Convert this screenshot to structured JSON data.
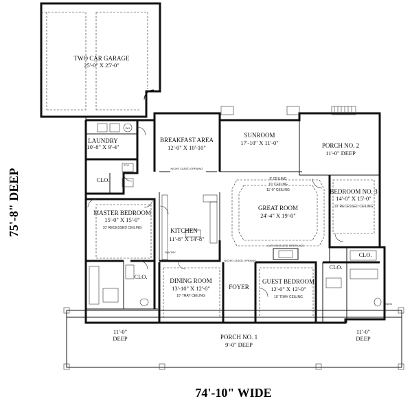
{
  "dimensions": {
    "depth": "75'-8\" DEEP",
    "width": "74'-10\" WIDE"
  },
  "rooms": {
    "garage": {
      "name": "TWO CAR GARAGE",
      "size": "25'-0\" X 25'-0\""
    },
    "laundry": {
      "name": "LAUNDRY",
      "size": "10'-8\" X 9'-4\""
    },
    "breakfast": {
      "name": "BREAKFAST AREA",
      "size": "12'-0\" X 10'-10\""
    },
    "sunroom": {
      "name": "SUNROOM",
      "size": "17'-10\" X 11'-0\""
    },
    "porch2": {
      "name": "PORCH NO. 2",
      "size": "11'-0\" DEEP"
    },
    "bedroom3": {
      "name": "BEDROOM NO. 3",
      "size": "14'-0\" X 15'-0\"",
      "ceiling": "10' RECESSED CEILING"
    },
    "great_room": {
      "name": "GREAT ROOM",
      "size": "24'-4\" X 19'-0\"",
      "ceiling1": "9' CEILING",
      "ceiling2": "10' CEILING",
      "ceiling3": "11'-0\" CEILING"
    },
    "master": {
      "name": "MASTER BEDROOM",
      "size": "15'-0\" X 15'-0\"",
      "ceiling": "10' RECESSED CEILING"
    },
    "kitchen": {
      "name": "KITCHEN",
      "size": "11'-8\" X 14'-8\""
    },
    "dining": {
      "name": "DINING ROOM",
      "size": "13'-10\" X 12'-0\"",
      "ceiling": "10' TRAY CEILING"
    },
    "foyer": {
      "name": "FOYER"
    },
    "guest": {
      "name": "GUEST BEDROOM",
      "size": "12'-0\" X 12'-0\"",
      "ceiling": "10' TRAY CEILING"
    },
    "porch1": {
      "name": "PORCH NO. 1",
      "size": "9'-0\" DEEP",
      "left_depth": "11'-0\"",
      "left_deep": "DEEP",
      "right_depth": "11'-0\"",
      "right_deep": "DEEP"
    }
  },
  "closets": {
    "clo1": "CLO.",
    "clo2": "CLO.",
    "clo3": "CLO.",
    "clo4": "CLO."
  },
  "notes": {
    "wh": "WH",
    "niche1": "NICHE CASED OPENING",
    "niche2": "NICHE CASED OPENING",
    "pantry": "PANTRY",
    "fireplace": "GAS VENTLESS FIREPLACE",
    "linen": "LINEN",
    "storage": "STG"
  }
}
